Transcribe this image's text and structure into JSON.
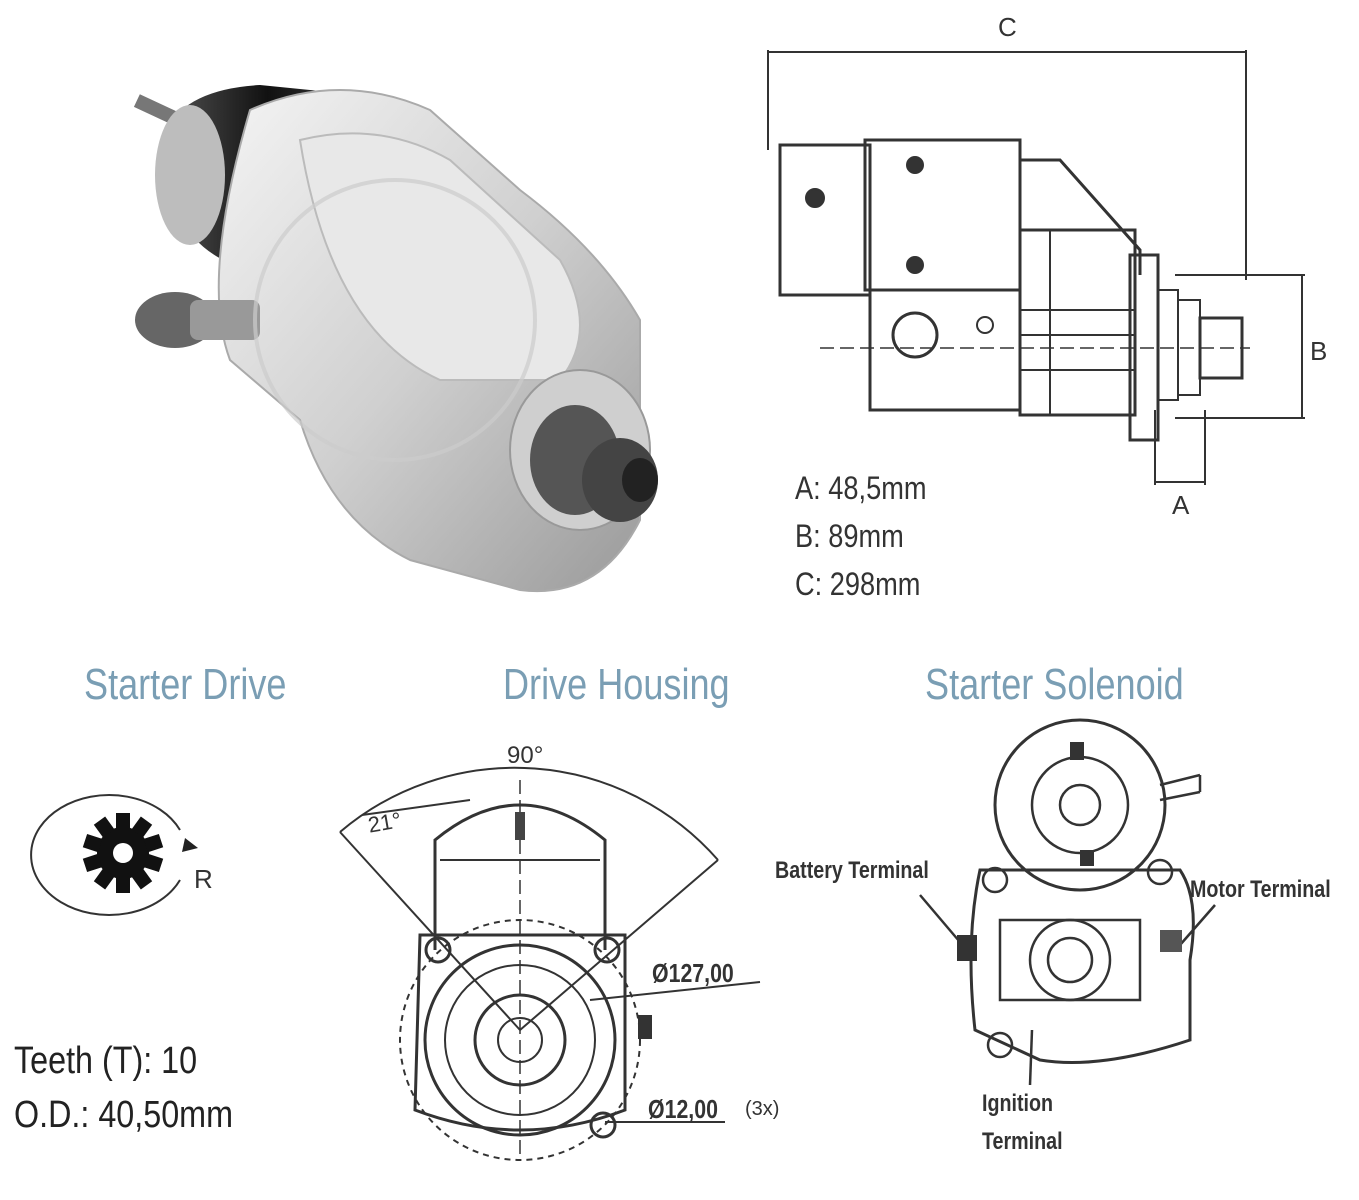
{
  "dimensions": {
    "a_label": "A: 48,5mm",
    "b_label": "B: 89mm",
    "c_label": "C: 298mm",
    "letter_a": "A",
    "letter_b": "B",
    "letter_c": "C"
  },
  "sections": {
    "starter_drive": "Starter Drive",
    "drive_housing": "Drive Housing",
    "starter_solenoid": "Starter Solenoid"
  },
  "starter_drive": {
    "rotation": "R",
    "teeth": "Teeth (T):  10",
    "od": "O.D.: 40,50mm"
  },
  "drive_housing": {
    "angle_top": "90°",
    "angle_side": "21°",
    "diameter_main": "Ø127,00",
    "diameter_holes": "Ø12,00",
    "holes_count": "(3x)"
  },
  "solenoid": {
    "battery_terminal": "Battery Terminal",
    "motor_terminal": "Motor Terminal",
    "ignition_line1": "Ignition",
    "ignition_line2": "Terminal"
  },
  "colors": {
    "title_blue": "#7a9eb4",
    "line": "#333333",
    "metal": "#d9d9d9"
  }
}
